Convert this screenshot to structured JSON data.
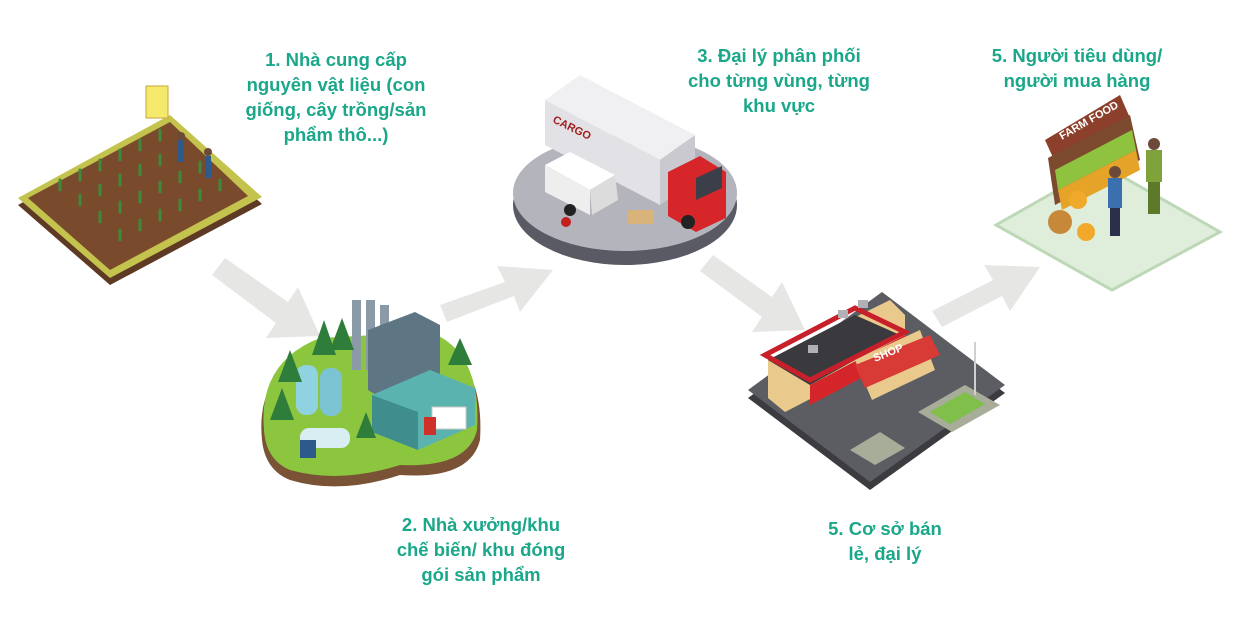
{
  "steps": [
    {
      "id": 1,
      "label": "1. Nhà cung cấp\nnguyên vật liệu (con\ngiống, cây trồng/sản\nphẩm thô...)",
      "icon": "farm-field-icon"
    },
    {
      "id": 2,
      "label": "2. Nhà xưởng/khu\nchế biến/ khu đóng\ngói sản phẩm",
      "icon": "factory-icon"
    },
    {
      "id": 3,
      "label": "3. Đại lý phân phối\ncho từng vùng, từng\nkhu vực",
      "icon": "cargo-truck-icon"
    },
    {
      "id": 4,
      "label": "5. Cơ sở bán\nlẻ, đại lý",
      "icon": "shop-icon"
    },
    {
      "id": 5,
      "label": "5. Người tiêu dùng/\nngười mua hàng",
      "icon": "farm-food-stall-icon"
    }
  ],
  "signs": {
    "cargo": "CARGO",
    "shop": "SHOP",
    "farm_food": "FARM FOOD"
  },
  "colors": {
    "label": "#1aa78a",
    "arrow": "#e6e6e4"
  }
}
